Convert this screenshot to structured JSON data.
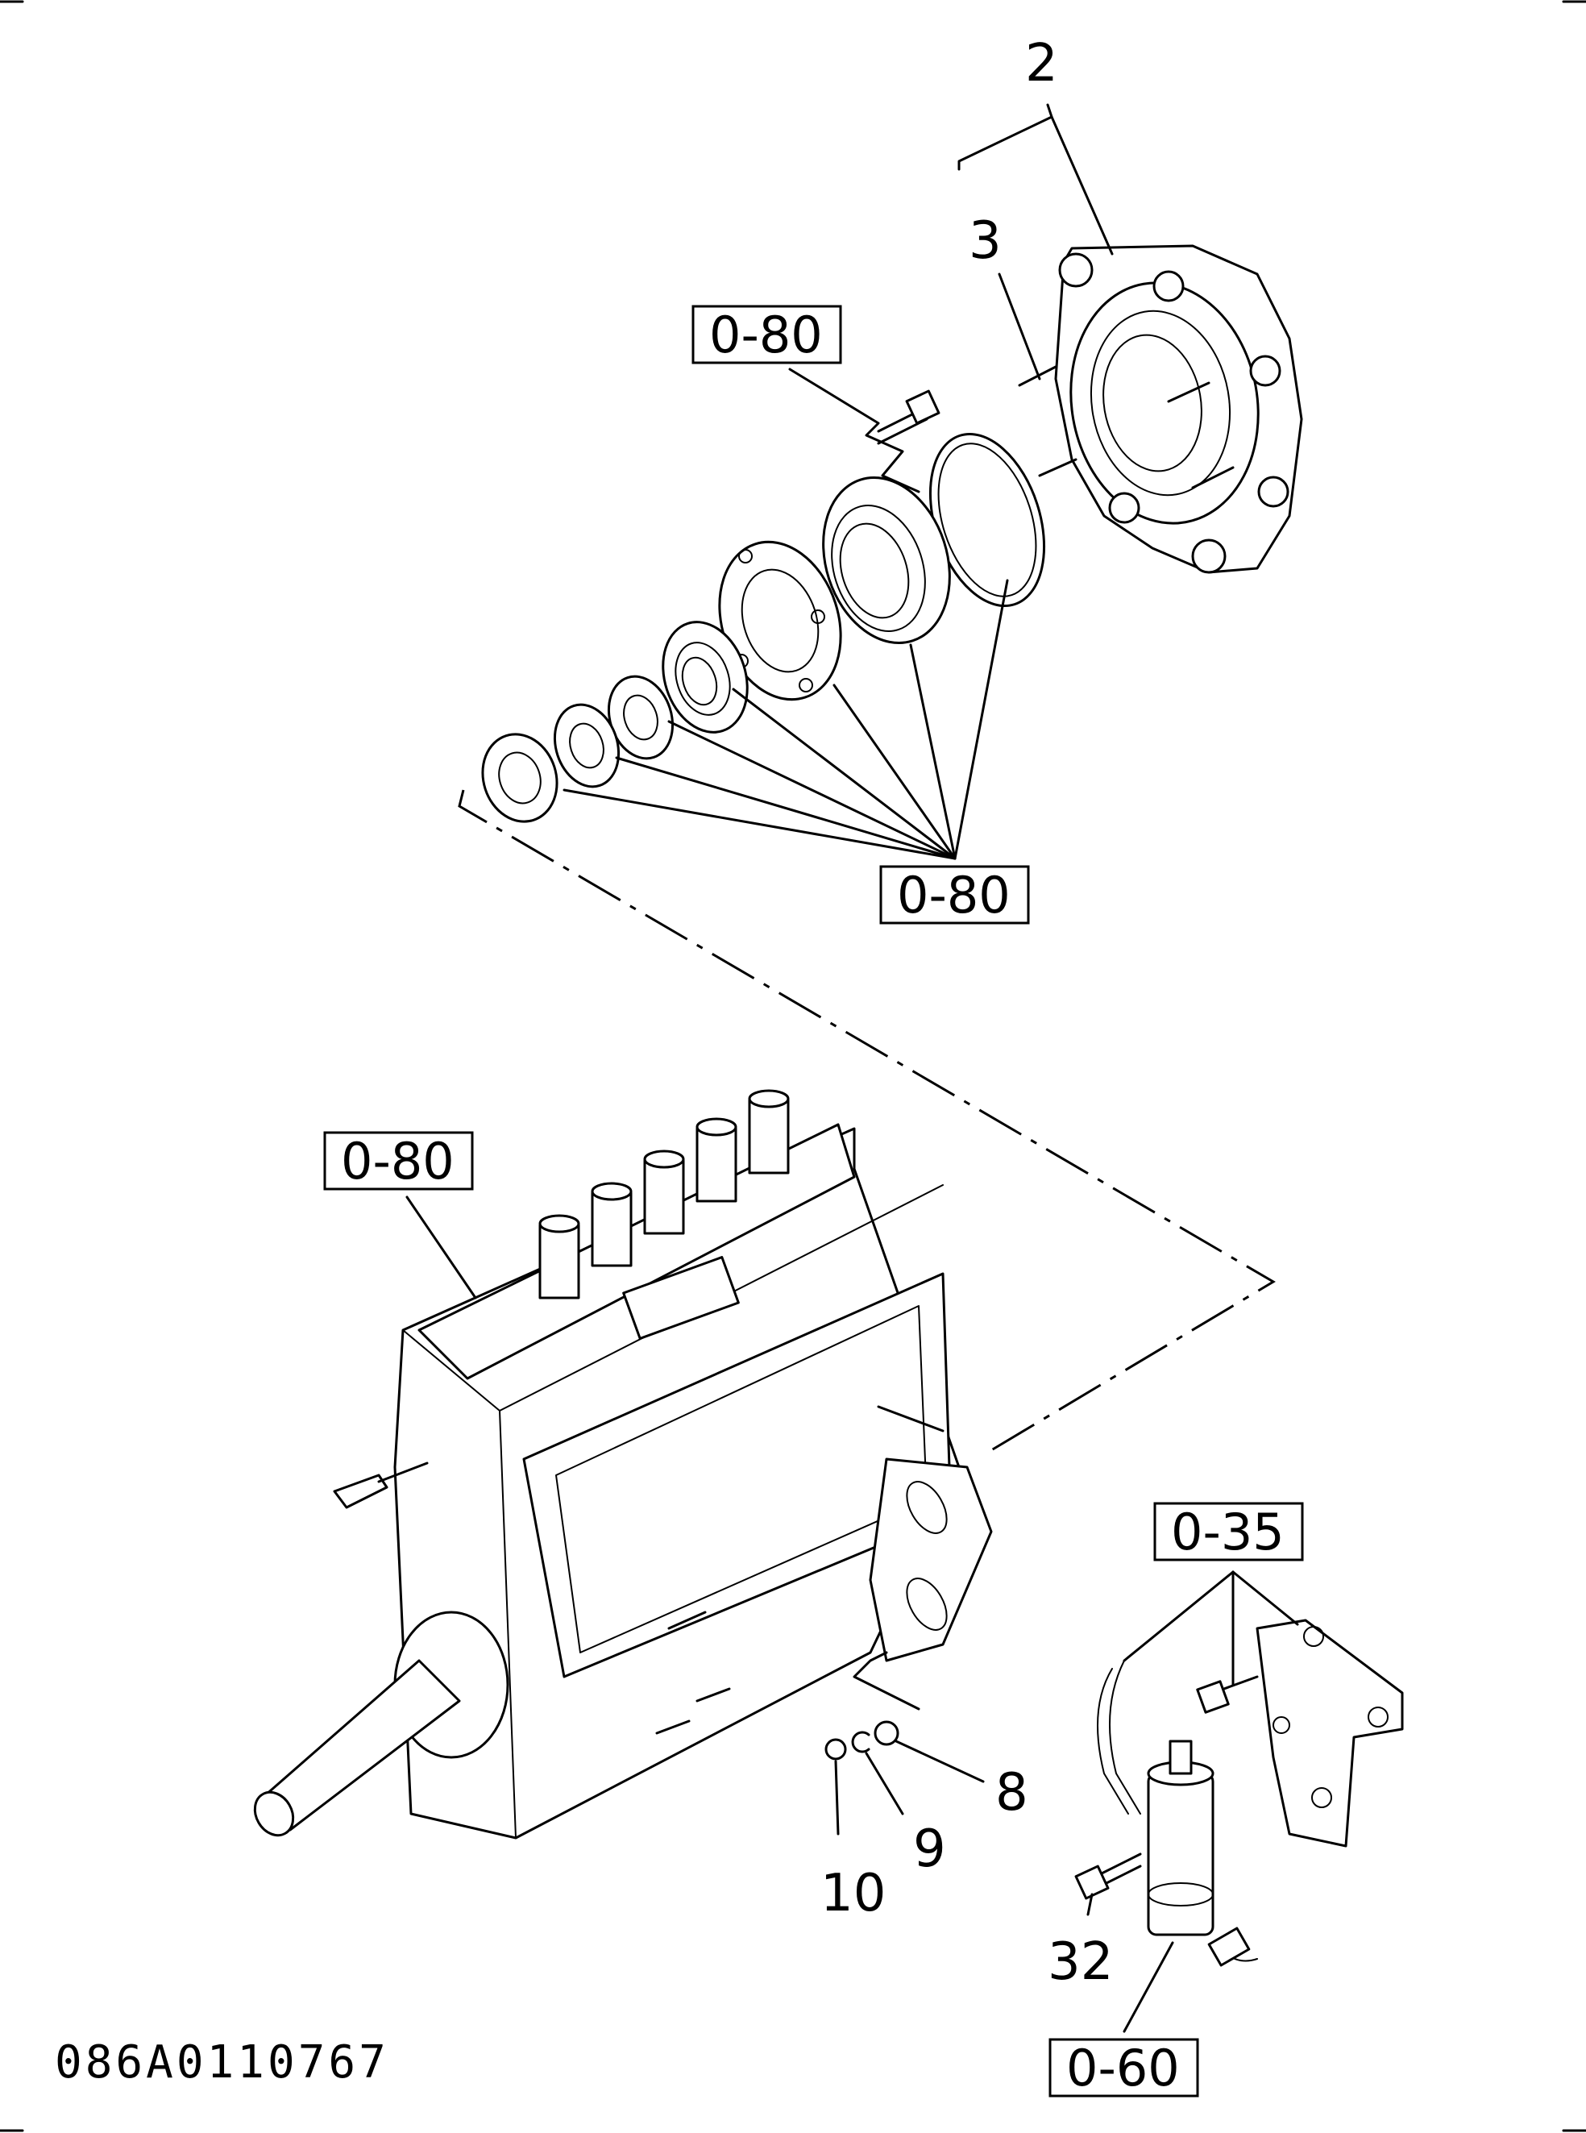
{
  "diagram": {
    "callouts": [
      {
        "id": "c2",
        "text": "2"
      },
      {
        "id": "c3",
        "text": "3"
      },
      {
        "id": "c8",
        "text": "8"
      },
      {
        "id": "c9",
        "text": "9"
      },
      {
        "id": "c10",
        "text": "10"
      },
      {
        "id": "c32",
        "text": "32"
      }
    ],
    "references": [
      {
        "id": "r1",
        "text": "0-80"
      },
      {
        "id": "r2",
        "text": "0-80"
      },
      {
        "id": "r3",
        "text": "0-80"
      },
      {
        "id": "r4",
        "text": "0-35"
      },
      {
        "id": "r5",
        "text": "0-60"
      }
    ],
    "drawing_code": "086A0110767"
  }
}
